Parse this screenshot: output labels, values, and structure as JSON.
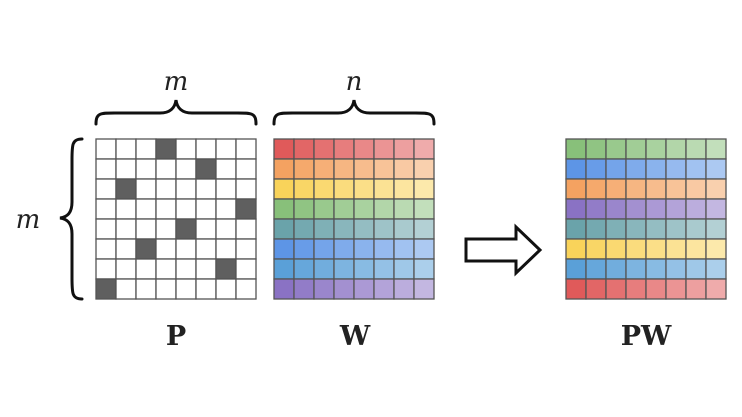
{
  "labels": {
    "brace_top_left": "m",
    "brace_top_right": "n",
    "brace_left": "m",
    "matrix_p": "P",
    "matrix_w": "W",
    "matrix_pw": "PW"
  },
  "grid_size": 8,
  "permutation_cols_by_row": [
    3,
    5,
    1,
    7,
    4,
    2,
    6,
    0
  ],
  "colors": {
    "p_filled": "#5f5f5f",
    "p_empty": "#ffffff",
    "cell_border": "#555555",
    "w_row_colors": [
      "#e05a5a",
      "#f4a261",
      "#f9d35a",
      "#88c07a",
      "#6aa3aa",
      "#5d95e6",
      "#5aa0d8",
      "#8a72c4"
    ],
    "pw_row_colors": [
      "#88c07a",
      "#5d95e6",
      "#f4a261",
      "#8a72c4",
      "#6aa3aa",
      "#f9d35a",
      "#5aa0d8",
      "#e05a5a"
    ]
  },
  "icons": {
    "arrow": "right-arrow-outline-icon",
    "brace": "curly-brace-icon"
  }
}
